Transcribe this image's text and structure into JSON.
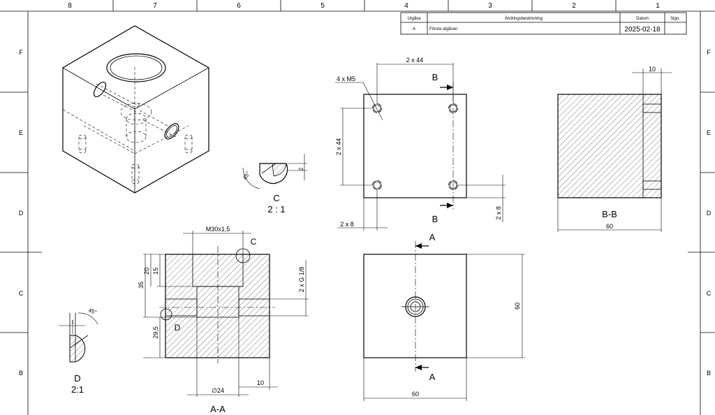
{
  "zones": {
    "columns": [
      "8",
      "7",
      "6",
      "5",
      "4",
      "3",
      "2",
      "1"
    ],
    "rows": [
      "F",
      "E",
      "D",
      "C",
      "B"
    ]
  },
  "revision_table": {
    "headers": {
      "issue": "Utgåva",
      "description": "Ändringsbeskrivning",
      "date": "Datum",
      "sign": "Sign."
    },
    "row": {
      "issue": "A",
      "description": "Första utgåvan",
      "date": "2025-02-18",
      "sign": ""
    }
  },
  "views": {
    "top": {
      "thread_note": "4 x M5",
      "hole_spacing_h": "2 x 44",
      "hole_spacing_v": "2 x 44",
      "edge_offset_h": "2 x 8",
      "edge_offset_v": "2 x 8",
      "section_marker": "B"
    },
    "section_bb": {
      "title": "B-B",
      "width": "60",
      "depth": "10"
    },
    "detail_c": {
      "name": "C",
      "scale": "2 : 1",
      "angle": "45°",
      "depth": "2"
    },
    "section_aa": {
      "title": "A-A",
      "top_thread": "M30x1,5",
      "dim_15": "15",
      "dim_20": "20",
      "dim_35": "35",
      "dim_29_5": "29,5",
      "side_thread": "2 x G 1/8",
      "dia": "∅24",
      "dim_10": "10",
      "detail_c_label": "C",
      "detail_d_label": "D"
    },
    "front": {
      "width": "60",
      "height": "60",
      "section_marker": "A"
    },
    "detail_d": {
      "name": "D",
      "scale": "2:1",
      "angle": "45°",
      "depth": "1"
    }
  }
}
